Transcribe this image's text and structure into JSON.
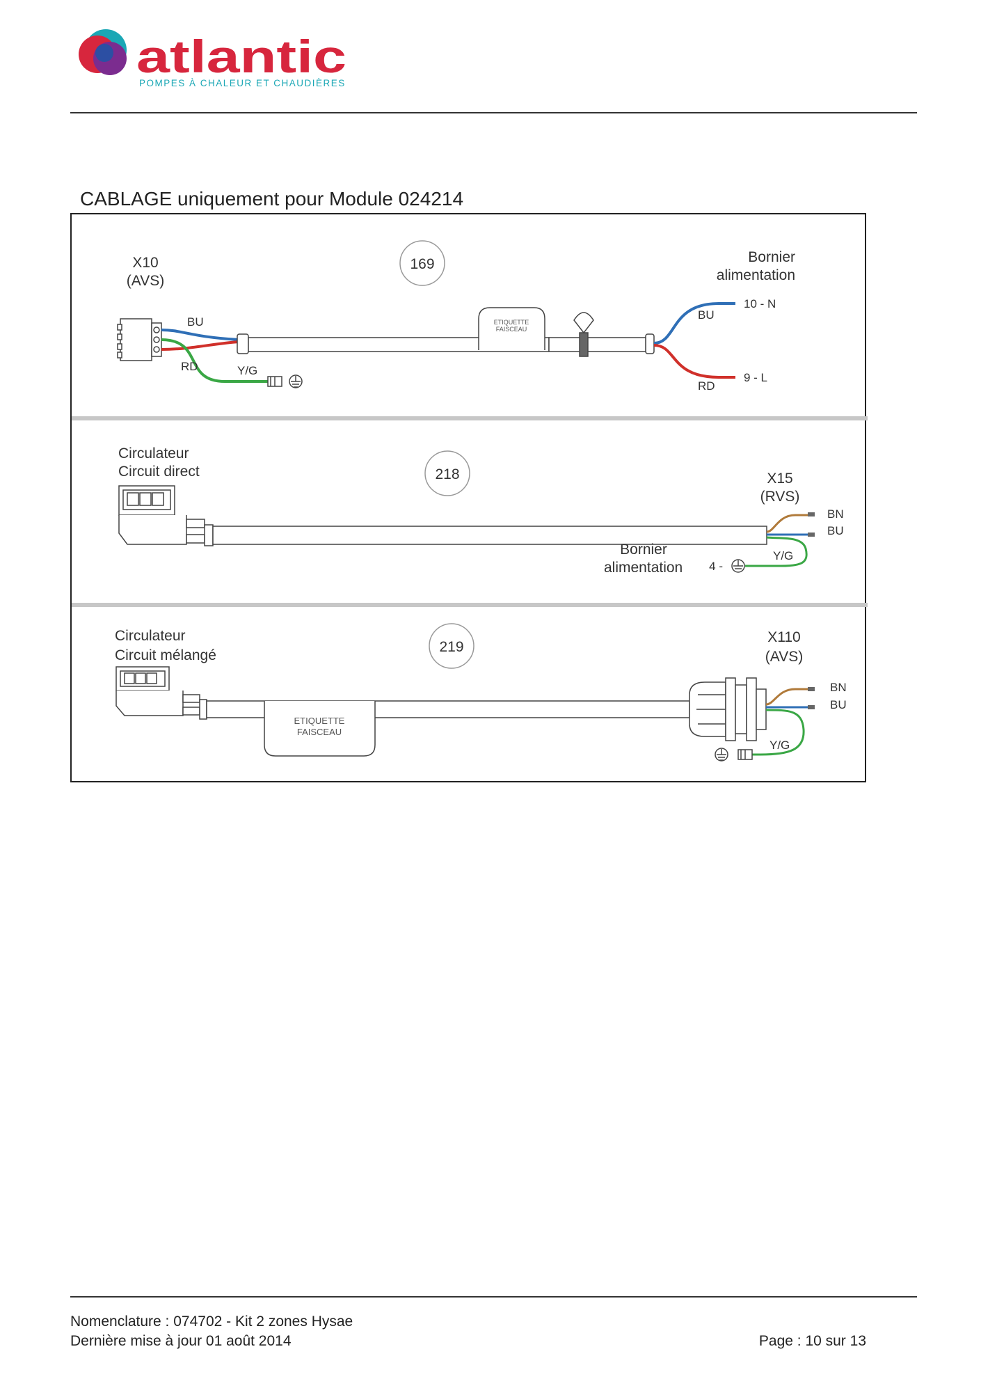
{
  "brand": {
    "name": "atlantic",
    "tagline": "POMPES À CHALEUR ET CHAUDIÈRES",
    "colors": {
      "red": "#d7263d",
      "purple": "#7b2c8f",
      "teal": "#1aa7b5",
      "blue": "#2c4fa3"
    }
  },
  "section_title": "CABLAGE uniquement pour Module 024214",
  "diagram": {
    "panel1": {
      "ref": "169",
      "left_label": [
        "X10",
        "(AVS)"
      ],
      "right_label": [
        "Bornier",
        "alimentation"
      ],
      "wires": {
        "bu": "BU",
        "rd": "RD",
        "yg": "Y/G",
        "bu_right": "BU",
        "rd_right": "RD"
      },
      "terminals": {
        "n": "10 - N",
        "l": "9 - L"
      },
      "sleeve_label": [
        "ETIQUETTE",
        "FAISCEAU"
      ]
    },
    "panel2": {
      "ref": "218",
      "left_label": [
        "Circulateur",
        "Circuit direct"
      ],
      "right_label": [
        "X15",
        "(RVS)"
      ],
      "wires": {
        "bn": "BN",
        "bu": "BU",
        "yg": "Y/G"
      },
      "earth_label": [
        "Bornier",
        "alimentation"
      ],
      "earth_terminal": "4 -"
    },
    "panel3": {
      "ref": "219",
      "left_label": [
        "Circulateur",
        "Circuit mélangé"
      ],
      "right_label": [
        "X110",
        "(AVS)"
      ],
      "wires": {
        "bn": "BN",
        "bu": "BU",
        "yg": "Y/G"
      },
      "sleeve_label": [
        "ETIQUETTE",
        "FAISCEAU"
      ]
    },
    "wire_colors": {
      "blue": "#2f6fb6",
      "red": "#d0302a",
      "green": "#3aa745",
      "brown": "#b07a3a"
    }
  },
  "footer": {
    "line1": "Nomenclature : 074702 - Kit 2 zones Hysae",
    "line2": "Dernière mise à jour 01 août 2014",
    "page": "Page : 10 sur 13"
  }
}
